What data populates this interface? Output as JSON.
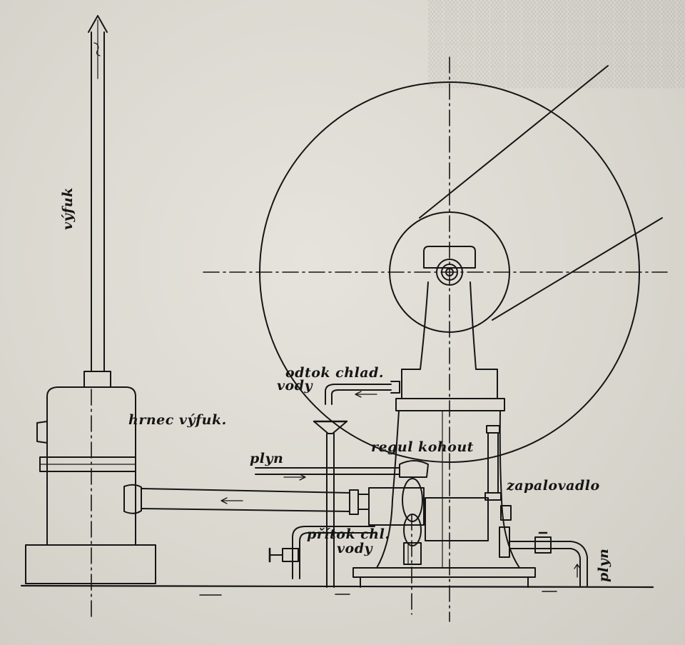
{
  "labels": {
    "vyfuk_vertical": "výfuk",
    "hrnec_vyfuk": "hrnec výfuk.",
    "odtok_line1": "odtok chlad.",
    "odtok_line2": "vody",
    "plyn_top": "plyn",
    "regul_kohout": "regul kohout",
    "zapalovadlo": "zapalovadlo",
    "pritok_line1": "přítok chl.",
    "pritok_line2": "vody",
    "plyn_right": "plyn"
  },
  "colors": {
    "paper": "#dbd8d0",
    "ink": "#151515"
  }
}
